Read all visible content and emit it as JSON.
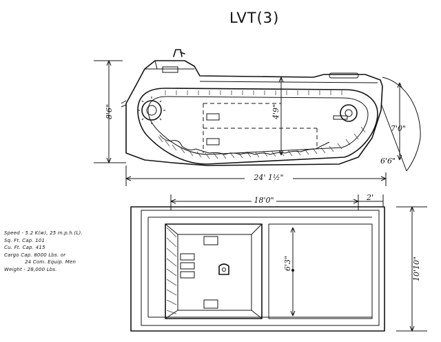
{
  "title": "LVT(3)",
  "side_view": {
    "dim_height_left": "8'6\"",
    "dim_inner_height": "4'9\"",
    "dim_height_right": "7'0\"",
    "dim_bottom_right": "6'6\"",
    "dim_length": "24' 1½\""
  },
  "top_view": {
    "dim_length": "18'0\"",
    "dim_overhang": "2'",
    "dim_inner_width": "6'3\"",
    "dim_width": "10'10\""
  },
  "specs": [
    "Speed - 5.2 K(w), 25 m.p.h.(L).",
    "Sq. Ft. Cap.  101",
    "Cu. Ft. Cap.  415",
    "Cargo Cap. 8000 Lbs. or",
    "24 Com. Equip. Men",
    "Weight - 28,000 Lbs."
  ]
}
